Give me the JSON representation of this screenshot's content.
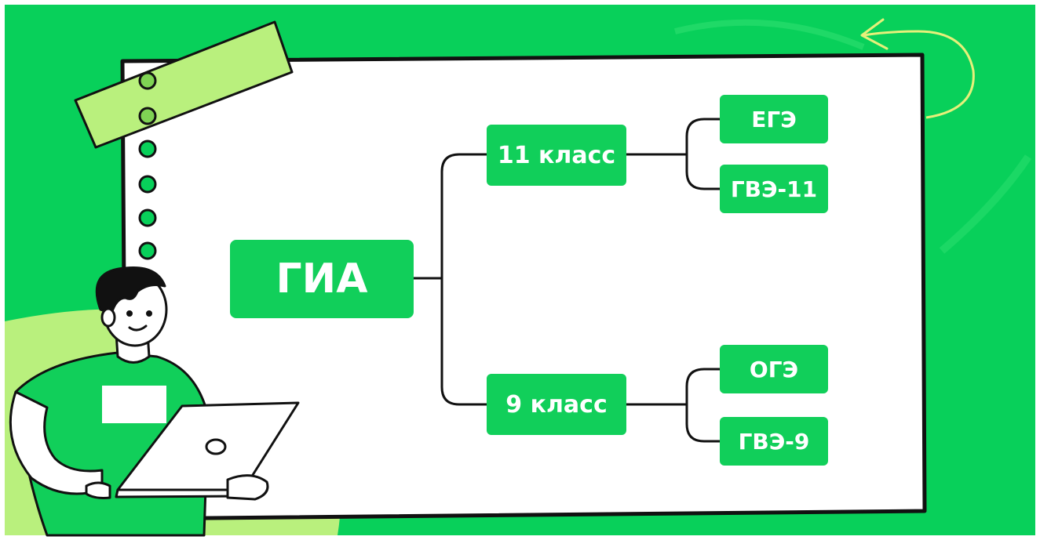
{
  "diagram": {
    "root": "ГИА",
    "branches": [
      {
        "label": "11 класс",
        "children": [
          "ЕГЭ",
          "ГВЭ-11"
        ]
      },
      {
        "label": "9 класс",
        "children": [
          "ОГЭ",
          "ГВЭ-9"
        ]
      }
    ]
  },
  "colors": {
    "background": "#08d05a",
    "node": "#11cf5a",
    "node_text": "#ffffff",
    "board": "#ffffff",
    "outline": "#111111",
    "tape": "#b9f07d",
    "accent_arrow": "#e6f07a"
  }
}
